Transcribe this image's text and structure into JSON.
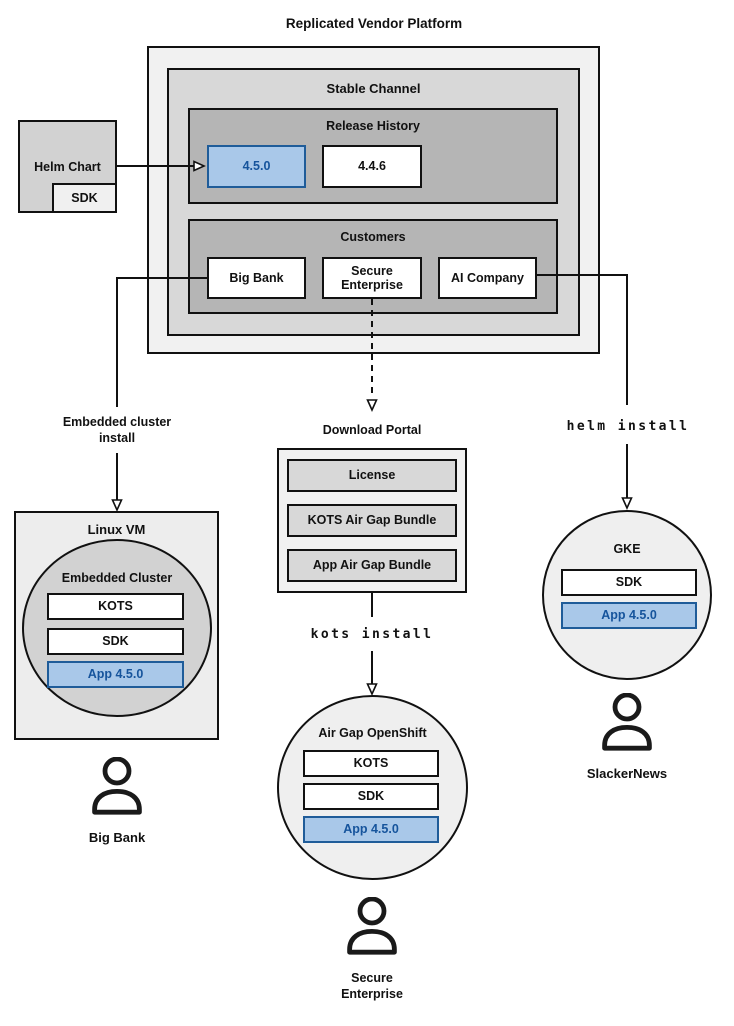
{
  "diagram_title": "Replicated Vendor Platform",
  "platform": {
    "channel_label": "Stable Channel",
    "release_history": {
      "label": "Release History",
      "versions": [
        "4.5.0",
        "4.4.6"
      ]
    },
    "customers": {
      "label": "Customers",
      "names": [
        "Big Bank",
        "Secure Enterprise",
        "AI Company"
      ]
    }
  },
  "helm_chart": {
    "label": "Helm Chart",
    "sdk_label": "SDK"
  },
  "left_flow": {
    "install_label": "Embedded cluster install",
    "vm_label": "Linux VM",
    "cluster_label": "Embedded Cluster",
    "components": [
      "KOTS",
      "SDK",
      "App 4.5.0"
    ],
    "user_label": "Big Bank"
  },
  "middle_flow": {
    "portal_label": "Download Portal",
    "portal_items": [
      "License",
      "KOTS Air Gap Bundle",
      "App Air Gap Bundle"
    ],
    "command_label": "kots install",
    "cluster_label": "Air Gap OpenShift",
    "components": [
      "KOTS",
      "SDK",
      "App 4.5.0"
    ],
    "user_label": "Secure Enterprise"
  },
  "right_flow": {
    "command_label": "helm install",
    "cluster_label": "GKE",
    "components": [
      "SDK",
      "App 4.5.0"
    ],
    "user_label": "SlackerNews"
  },
  "colors": {
    "highlight_fill": "#a9c8e9",
    "highlight_border": "#1f5c99",
    "highlight_text": "#16549c"
  }
}
